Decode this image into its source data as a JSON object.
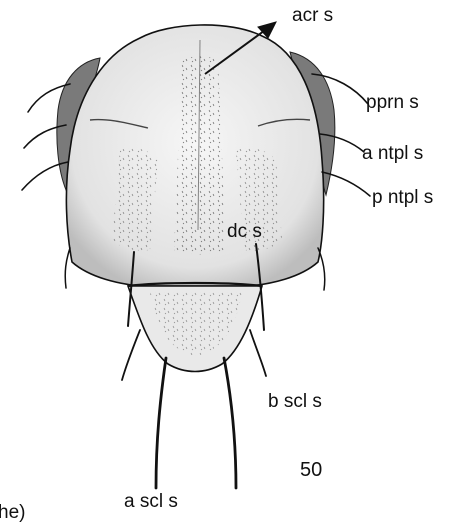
{
  "figure": {
    "number": "50",
    "cut_text": "he)"
  },
  "labels": {
    "acr": "acr s",
    "pprn": "pprn s",
    "antpl": "a ntpl s",
    "pntpl": "p ntpl s",
    "dc": "dc s",
    "bscl": "b scl s",
    "ascl": "a scl s"
  }
}
